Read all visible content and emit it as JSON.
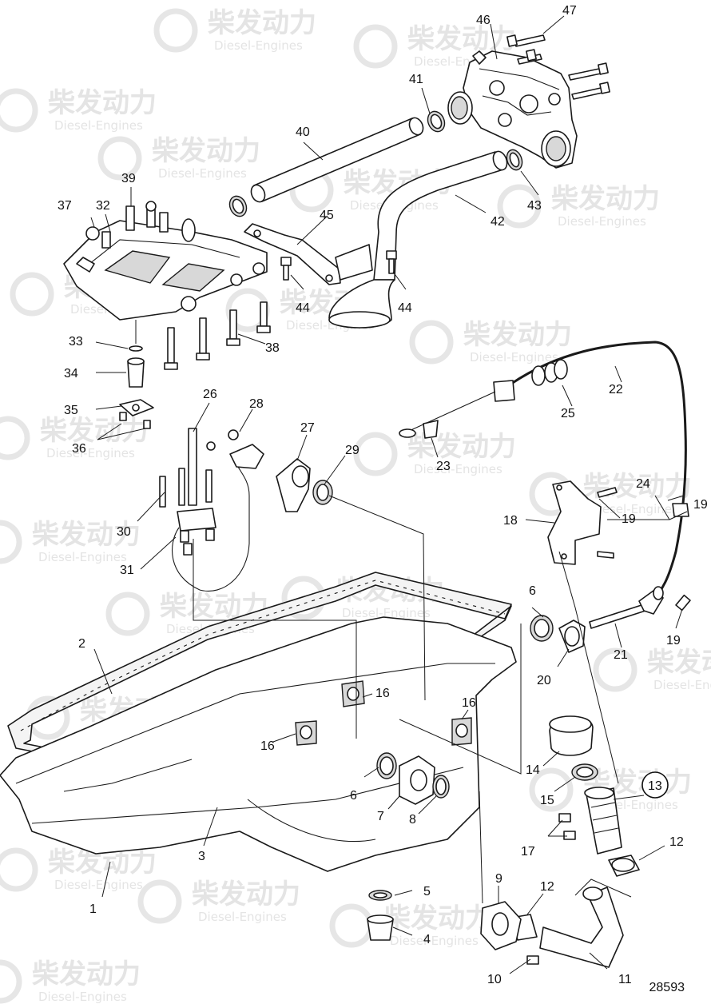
{
  "watermark": {
    "company_cn": "柴发动力",
    "company_en": "Diesel-Engines"
  },
  "document_number": "28593",
  "callouts": [
    {
      "id": "c1",
      "text": "1"
    },
    {
      "id": "c2",
      "text": "2"
    },
    {
      "id": "c3",
      "text": "3"
    },
    {
      "id": "c4",
      "text": "4"
    },
    {
      "id": "c5",
      "text": "5"
    },
    {
      "id": "c6a",
      "text": "6"
    },
    {
      "id": "c6b",
      "text": "6"
    },
    {
      "id": "c7",
      "text": "7"
    },
    {
      "id": "c8",
      "text": "8"
    },
    {
      "id": "c9",
      "text": "9"
    },
    {
      "id": "c10",
      "text": "10"
    },
    {
      "id": "c11",
      "text": "11"
    },
    {
      "id": "c12a",
      "text": "12"
    },
    {
      "id": "c12b",
      "text": "12"
    },
    {
      "id": "c13",
      "text": "13"
    },
    {
      "id": "c14",
      "text": "14"
    },
    {
      "id": "c15",
      "text": "15"
    },
    {
      "id": "c16a",
      "text": "16"
    },
    {
      "id": "c16b",
      "text": "16"
    },
    {
      "id": "c16c",
      "text": "16"
    },
    {
      "id": "c17",
      "text": "17"
    },
    {
      "id": "c18",
      "text": "18"
    },
    {
      "id": "c19a",
      "text": "19"
    },
    {
      "id": "c19b",
      "text": "19"
    },
    {
      "id": "c19c",
      "text": "19"
    },
    {
      "id": "c20",
      "text": "20"
    },
    {
      "id": "c21",
      "text": "21"
    },
    {
      "id": "c22",
      "text": "22"
    },
    {
      "id": "c23",
      "text": "23"
    },
    {
      "id": "c24",
      "text": "24"
    },
    {
      "id": "c25",
      "text": "25"
    },
    {
      "id": "c26",
      "text": "26"
    },
    {
      "id": "c27",
      "text": "27"
    },
    {
      "id": "c28",
      "text": "28"
    },
    {
      "id": "c29",
      "text": "29"
    },
    {
      "id": "c30",
      "text": "30"
    },
    {
      "id": "c31",
      "text": "31"
    },
    {
      "id": "c32",
      "text": "32"
    },
    {
      "id": "c33",
      "text": "33"
    },
    {
      "id": "c34",
      "text": "34"
    },
    {
      "id": "c35",
      "text": "35"
    },
    {
      "id": "c36",
      "text": "36"
    },
    {
      "id": "c37",
      "text": "37"
    },
    {
      "id": "c38",
      "text": "38"
    },
    {
      "id": "c39",
      "text": "39"
    },
    {
      "id": "c40",
      "text": "40"
    },
    {
      "id": "c41",
      "text": "41"
    },
    {
      "id": "c42",
      "text": "42"
    },
    {
      "id": "c43",
      "text": "43"
    },
    {
      "id": "c44a",
      "text": "44"
    },
    {
      "id": "c44b",
      "text": "44"
    },
    {
      "id": "c45",
      "text": "45"
    },
    {
      "id": "c46",
      "text": "46"
    },
    {
      "id": "c47",
      "text": "47"
    }
  ]
}
